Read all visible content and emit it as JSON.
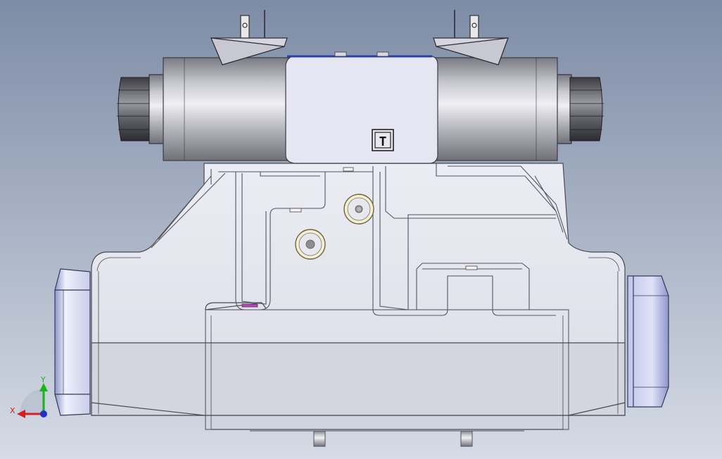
{
  "model": {
    "block_badge": "T"
  },
  "triad": {
    "x_label": "X",
    "y_label": "Y",
    "x_color": "#d42020",
    "y_color": "#18b418",
    "z_color": "#2030c8"
  },
  "colors": {
    "bg_top": "#7d8ca6",
    "bg_bottom": "#d6dbe5",
    "body": "#e2e2ec",
    "edge": "#4a4a55"
  }
}
